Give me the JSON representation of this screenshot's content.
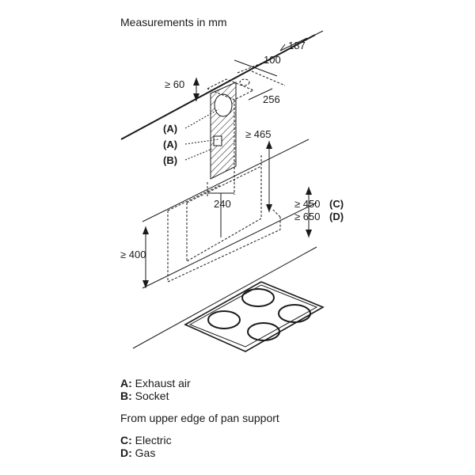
{
  "title": "Measurements in mm",
  "dimensions": {
    "d187": "187",
    "d100": "100",
    "d60": "≥ 60",
    "d256": "256",
    "d465": "≥ 465",
    "d240": "240",
    "d450": "≥ 450",
    "d450_ref": "(C)",
    "d650": "≥ 650",
    "d650_ref": "(D)",
    "d400": "≥ 400"
  },
  "callouts": {
    "a1": "(A)",
    "a2": "(A)",
    "b": "(B)"
  },
  "legend": {
    "a_key": "A:",
    "a_text": "Exhaust air",
    "b_key": "B:",
    "b_text": "Socket",
    "note": "From upper edge of pan support",
    "c_key": "C:",
    "c_text": "Electric",
    "d_key": "D:",
    "d_text": "Gas"
  }
}
